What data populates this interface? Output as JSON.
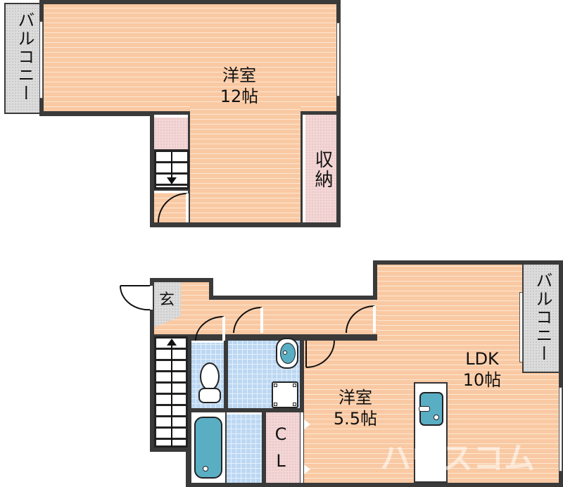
{
  "floor_plan": {
    "upper_floor": {
      "rooms": [
        {
          "id": "western-room-12",
          "name": "洋室",
          "size": "12帖"
        },
        {
          "id": "storage",
          "name": "収納"
        },
        {
          "id": "balcony-left",
          "name": "バルコニー"
        }
      ],
      "stairs_direction": "down"
    },
    "lower_floor": {
      "rooms": [
        {
          "id": "entrance",
          "name": "玄"
        },
        {
          "id": "western-room-5-5",
          "name": "洋室",
          "size": "5.5帖"
        },
        {
          "id": "ldk",
          "name": "LDK",
          "size": "10帖"
        },
        {
          "id": "closet",
          "name": "CL"
        },
        {
          "id": "balcony-right",
          "name": "バルコニー"
        }
      ],
      "fixtures": [
        "toilet",
        "washbasin",
        "washing-machine-pan",
        "bathtub",
        "kitchen-sink"
      ],
      "stairs_direction": "up"
    },
    "labels": {
      "upper_room_name": "洋室",
      "upper_room_size": "12帖",
      "storage": "収納",
      "balcony_left": "バルコニー",
      "balcony_right": "バルコニー",
      "entrance": "玄",
      "room2_name": "洋室",
      "room2_size": "5.5帖",
      "ldk_name": "LDK",
      "ldk_size": "10帖",
      "closet_c": "C",
      "closet_l": "L"
    },
    "watermark": "ハウスコム",
    "colors": {
      "wall": "#3a3a3a",
      "wood_floor": "#f9c9a3",
      "tile_floor": "#bcd7f2",
      "storage": "#f3d6d6",
      "balcony": "#dcdcdc",
      "fixture": "#5aaec4"
    }
  }
}
